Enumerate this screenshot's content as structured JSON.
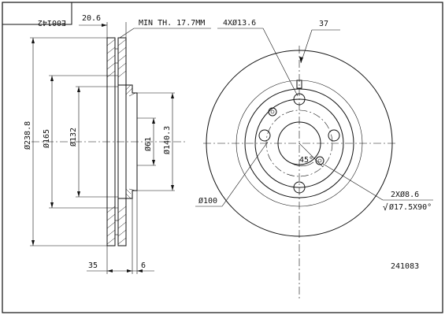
{
  "title_block": {
    "code_mirrored": "E00142"
  },
  "drawing_number": "241083",
  "dims": {
    "thickness": "20.6",
    "min_thickness": "MIN TH. 17.7MM",
    "outer_dia": "Ø238.8",
    "d165": "Ø165",
    "d132": "Ø132",
    "d61": "Ø61",
    "d140": "Ø140.3",
    "offset_35": "35",
    "offset_6": "6",
    "holes": "4XØ13.6",
    "vents": "37",
    "angle": "45°",
    "small_holes": "2XØ8.6",
    "chamfer": "Ø17.5X90°",
    "pcd": "Ø100"
  }
}
